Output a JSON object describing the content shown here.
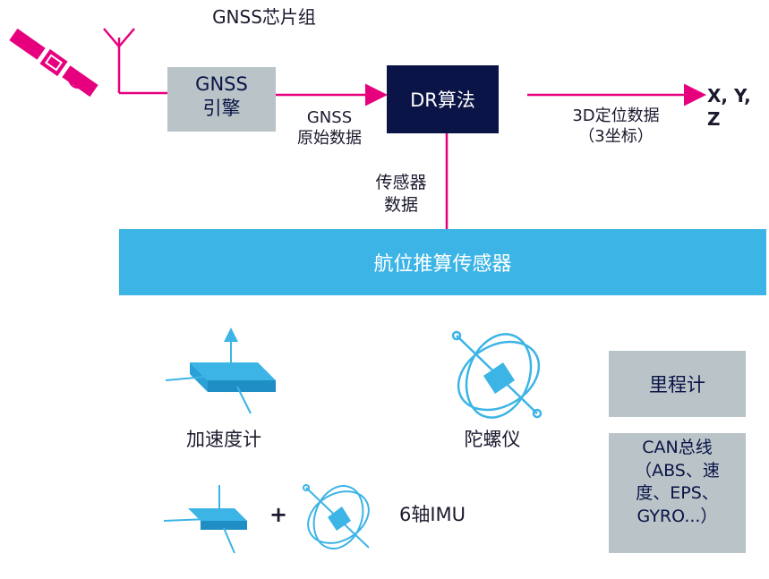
{
  "chipset": {
    "title": "GNSS芯片组"
  },
  "gnss_engine": {
    "line1": "GNSS",
    "line2": "引擎"
  },
  "dr_algorithm": {
    "label": "DR算法"
  },
  "raw_data_label": {
    "line1": "GNSS",
    "line2": "原始数据"
  },
  "output": {
    "label": "X, Y, Z",
    "line1": "3D定位数据",
    "line2": "（3坐标）"
  },
  "sensor_data_label": {
    "line1": "传感器",
    "line2": "数据"
  },
  "dr_sensors_bar": {
    "label": "航位推算传感器"
  },
  "sensors": {
    "accelerometer": "加速度计",
    "gyroscope": "陀螺仪",
    "imu_plus": "+",
    "imu": "6轴IMU"
  },
  "vehicle": {
    "odometer": "里程计",
    "can_line1": "CAN总线",
    "can_line2": "（ABS、速",
    "can_line3": "度、EPS、",
    "can_line4": "GYRO...）"
  },
  "colors": {
    "magenta": "#e6007e",
    "navy": "#0a1446",
    "blue_bar": "#3cb4e6",
    "gray": "#b9c3c8",
    "cyan_icon": "#3cb4e6"
  },
  "icons": [
    "satellite-icon",
    "antenna-icon",
    "accelerometer-icon",
    "gyroscope-icon"
  ]
}
